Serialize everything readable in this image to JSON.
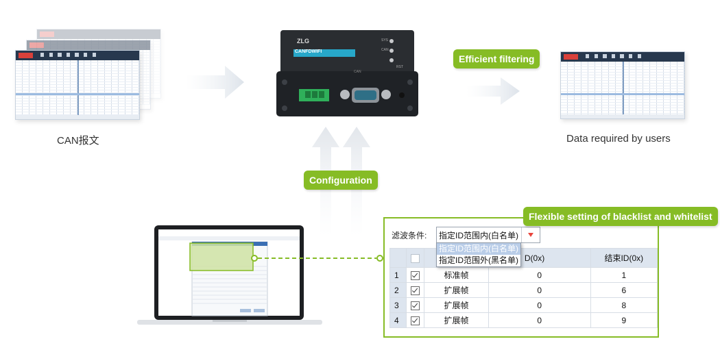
{
  "flow": {
    "source_caption": "CAN报文",
    "result_caption": "Data required by users",
    "filter_tag": "Efficient filtering",
    "config_tag": "Configuration",
    "blacklist_tag": "Flexible setting of blacklist and whitelist"
  },
  "device": {
    "brand": "ZLG",
    "model": "CANFDWIFI",
    "leds": [
      "SYS",
      "CAN"
    ],
    "port_label": "CAN",
    "button_label": "RST"
  },
  "filter_panel": {
    "condition_label": "滤波条件:",
    "selected_value": "指定ID范围内(白名单)",
    "options": [
      "指定ID范围内(白名单)",
      "指定ID范围外(黑名单)"
    ],
    "columns": [
      "",
      "",
      "D(0x)",
      "结束ID(0x)"
    ],
    "rows": [
      {
        "index": "1",
        "checked": true,
        "type": "标准帧",
        "start": "0",
        "end": "1"
      },
      {
        "index": "2",
        "checked": true,
        "type": "扩展帧",
        "start": "0",
        "end": "6"
      },
      {
        "index": "3",
        "checked": true,
        "type": "扩展帧",
        "start": "0",
        "end": "8"
      },
      {
        "index": "4",
        "checked": true,
        "type": "扩展帧",
        "start": "0",
        "end": "9"
      }
    ]
  },
  "colors": {
    "accent_green": "#86bc25",
    "dropdown_arrow": "#e8453c",
    "header_blue": "#dde5ef"
  }
}
